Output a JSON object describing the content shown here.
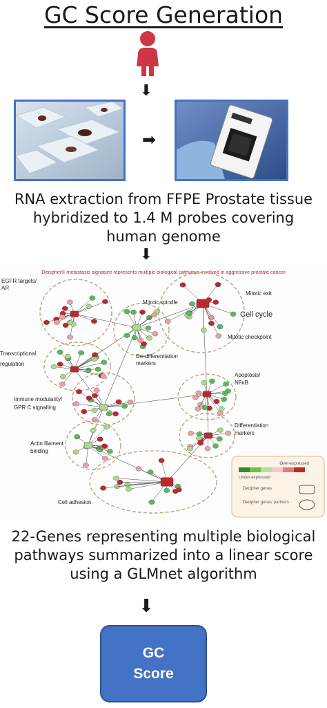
{
  "title": "GC Score Generation",
  "arrows": [
    "➡",
    "⬇"
  ],
  "step1_caption": [
    "RNA extraction from FFPE Prostate tissue",
    "hybridized to 1.4 M probes covering",
    "human genome"
  ],
  "network": {
    "heading": "Decipher® metastasis signature represents multiple biological pathways involved in aggressive prostate cancer",
    "pathways": [
      "EGFR targets/",
      "AR",
      "Mitotic spindle",
      "Mitotic exit",
      "Cell cycle",
      "Mitotic checkpoint",
      "Transcriptional",
      "regulation",
      "De-differentiation",
      "markers",
      "Apoptosis/",
      "NFκB",
      "Immune modularity/",
      "GPR C signalling",
      "Differentiation",
      "markers",
      "Actin filament",
      "binding",
      "Cell adhesion"
    ],
    "legend": {
      "over": "Over-expressed",
      "under": "Under-expressed",
      "genes": "Decipher genes",
      "partners": "Decipher genes' partners"
    },
    "colors": {
      "red": "#c0272d",
      "green": "#5cb85c",
      "pink": "#e8a0a6",
      "lightgreen": "#a9d98a",
      "ellipse": "#b8a47a"
    }
  },
  "step2_caption": [
    "22-Genes representing multiple biological",
    "pathways summarized into a linear score",
    "using a GLMnet algorithm"
  ],
  "score": {
    "line1": "GC",
    "line2": "Score",
    "color": "#4472c4"
  }
}
